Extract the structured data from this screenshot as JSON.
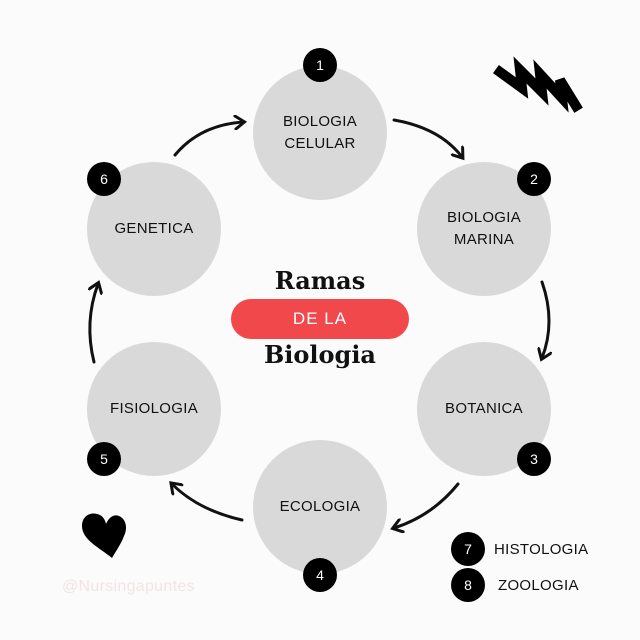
{
  "title": {
    "line1": "Ramas",
    "pill": "DE LA",
    "line2": "Biologia",
    "pill_color": "#f1484b"
  },
  "branches": [
    {
      "number": "1",
      "label": "BIOLOGIA\nCELULAR"
    },
    {
      "number": "2",
      "label": "BIOLOGIA\nMARINA"
    },
    {
      "number": "3",
      "label": "BOTANICA"
    },
    {
      "number": "4",
      "label": "ECOLOGIA"
    },
    {
      "number": "5",
      "label": "FISIOLOGIA"
    },
    {
      "number": "6",
      "label": "GENETICA"
    }
  ],
  "extra_branches": [
    {
      "number": "7",
      "label": "HISTOLOGIA"
    },
    {
      "number": "8",
      "label": "ZOOLOGIA"
    }
  ],
  "watermark": "@Nursingapuntes",
  "decorations": [
    "zigzag-doodle",
    "heart-icon"
  ],
  "colors": {
    "circle": "#d9d9d9",
    "badge": "#000000",
    "accent": "#f1484b"
  }
}
